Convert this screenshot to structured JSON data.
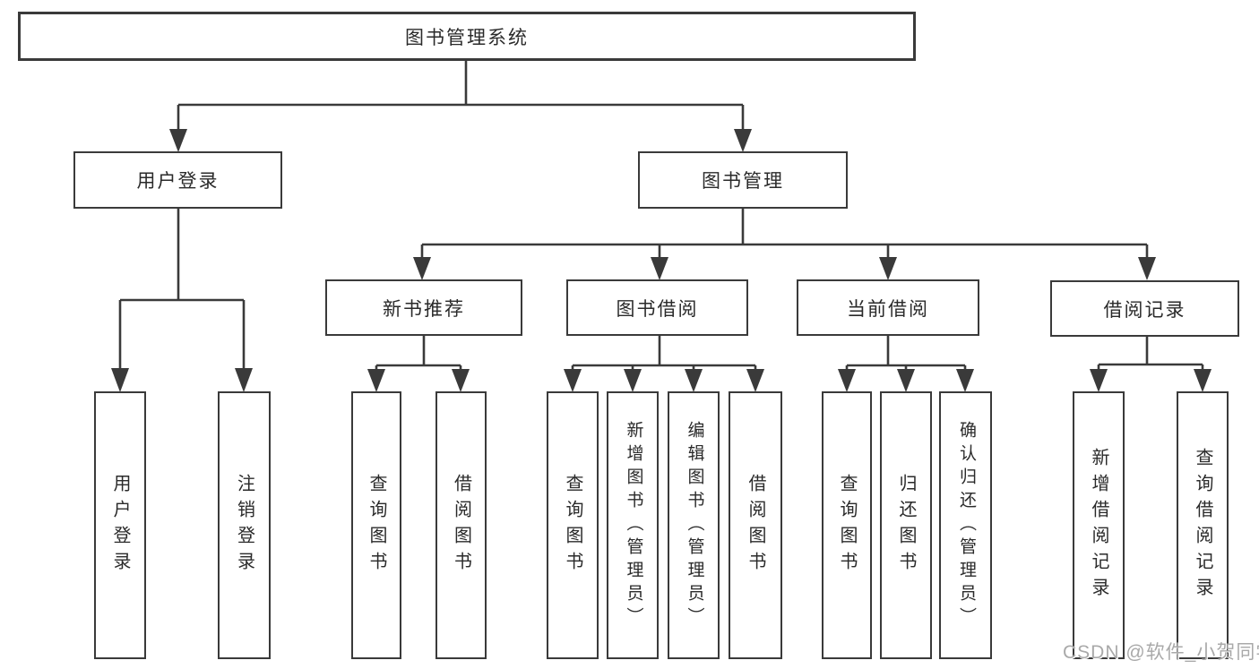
{
  "colors": {
    "line": "#3a3a3a",
    "text": "#2a2a2a",
    "background": "#ffffff",
    "watermark": "#a9a9a9"
  },
  "tree": {
    "root": {
      "label": "图书管理系统"
    },
    "branches": [
      {
        "label": "用户登录",
        "children": [
          {
            "label": "用户登录"
          },
          {
            "label": "注销登录"
          }
        ]
      },
      {
        "label": "图书管理",
        "children": [
          {
            "label": "新书推荐",
            "children": [
              {
                "label": "查询图书"
              },
              {
                "label": "借阅图书"
              }
            ]
          },
          {
            "label": "图书借阅",
            "children": [
              {
                "label": "查询图书"
              },
              {
                "label": "新增图书（管理员）"
              },
              {
                "label": "编辑图书（管理员）"
              },
              {
                "label": "借阅图书"
              }
            ]
          },
          {
            "label": "当前借阅",
            "children": [
              {
                "label": "查询图书"
              },
              {
                "label": "归还图书"
              },
              {
                "label": "确认归还（管理员）"
              }
            ]
          },
          {
            "label": "借阅记录",
            "children": [
              {
                "label": "新增借阅记录"
              },
              {
                "label": "查询借阅记录"
              }
            ]
          }
        ]
      }
    ]
  },
  "watermark": {
    "text": "CSDN @软件_小贺同学"
  }
}
